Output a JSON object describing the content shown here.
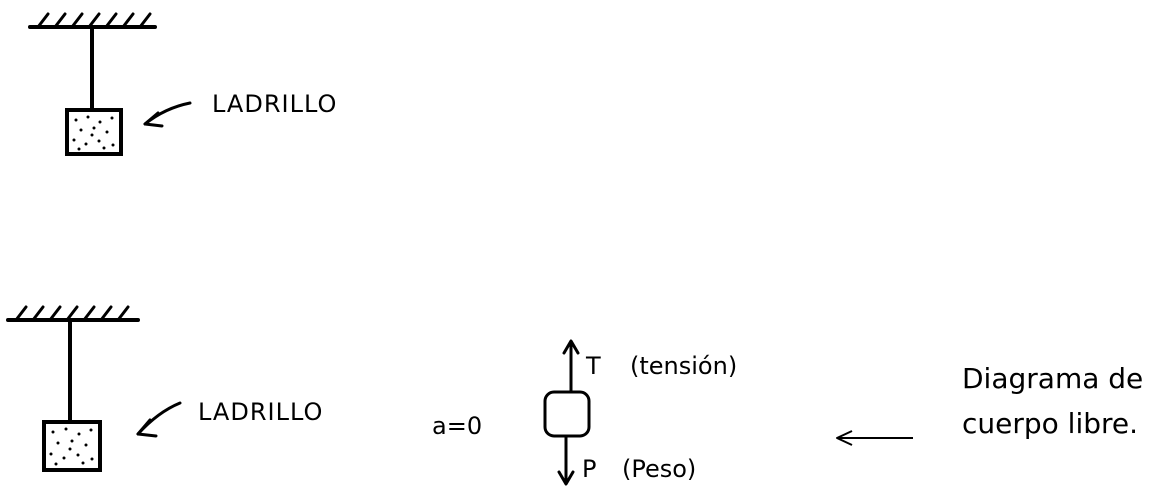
{
  "scene1": {
    "object_label": "LADRILLO"
  },
  "scene2": {
    "object_label": "LADRILLO",
    "acceleration": "a=0",
    "force_up_symbol": "T",
    "force_up_name": "(tensión)",
    "force_down_symbol": "P",
    "force_down_name": "(Peso)",
    "caption_line1": "Diagrama de",
    "caption_line2": "cuerpo libre."
  },
  "colors": {
    "ink": "#000000",
    "background": "#ffffff"
  }
}
